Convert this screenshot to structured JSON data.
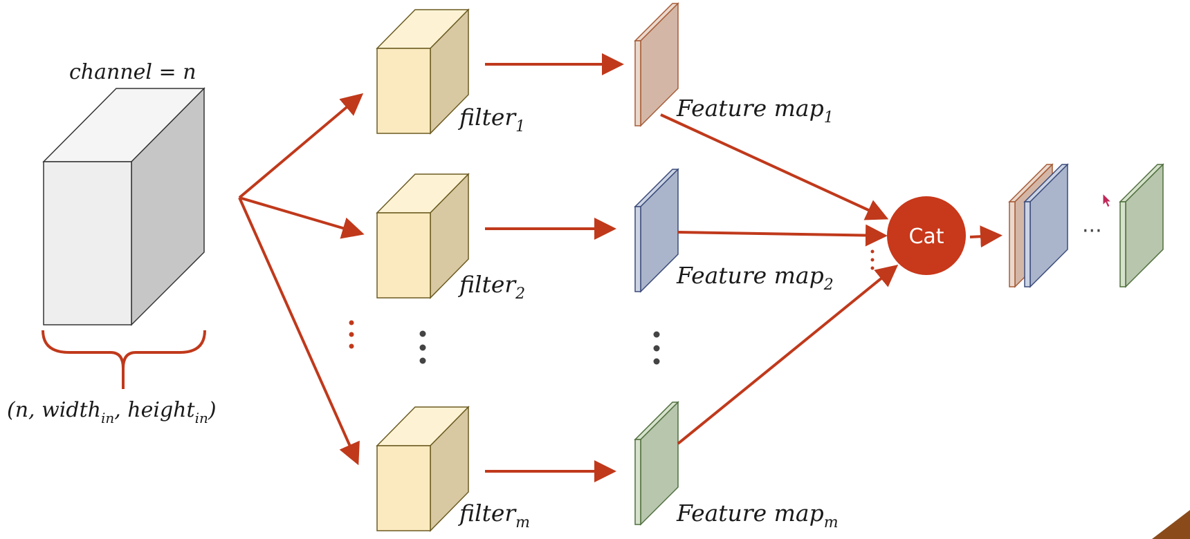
{
  "colors": {
    "arrow": "#c0391b",
    "cat_node": "#c8381a",
    "input_front": "#eeeeee",
    "input_top": "#f5f5f5",
    "input_side": "#c6c6c6",
    "filter_front": "#fbeabf",
    "filter_top": "#fdf3d4",
    "filter_side": "#d8c9a3",
    "map_1": "#d4b6a6",
    "map_2": "#aab5cb",
    "map_m": "#b7c6ad",
    "ellipsis_red": "#c0391b",
    "ellipsis_gray": "#444444"
  },
  "input": {
    "channel_label": "channel = n",
    "shape_label": {
      "open": "(n, width",
      "sub1": "in",
      "mid": ", height",
      "sub2": "in",
      "close": ")"
    }
  },
  "filters": [
    {
      "base": "filter",
      "sub": "1"
    },
    {
      "base": "filter",
      "sub": "2"
    },
    {
      "base": "filter",
      "sub": "m"
    }
  ],
  "feature_maps": [
    {
      "base": "Feature map",
      "sub": "1"
    },
    {
      "base": "Feature map",
      "sub": "2"
    },
    {
      "base": "Feature map",
      "sub": "m"
    }
  ],
  "cat_node": {
    "label": "Cat"
  },
  "output": {
    "ellipsis": "···",
    "icon": "cursor-arrow-icon"
  }
}
